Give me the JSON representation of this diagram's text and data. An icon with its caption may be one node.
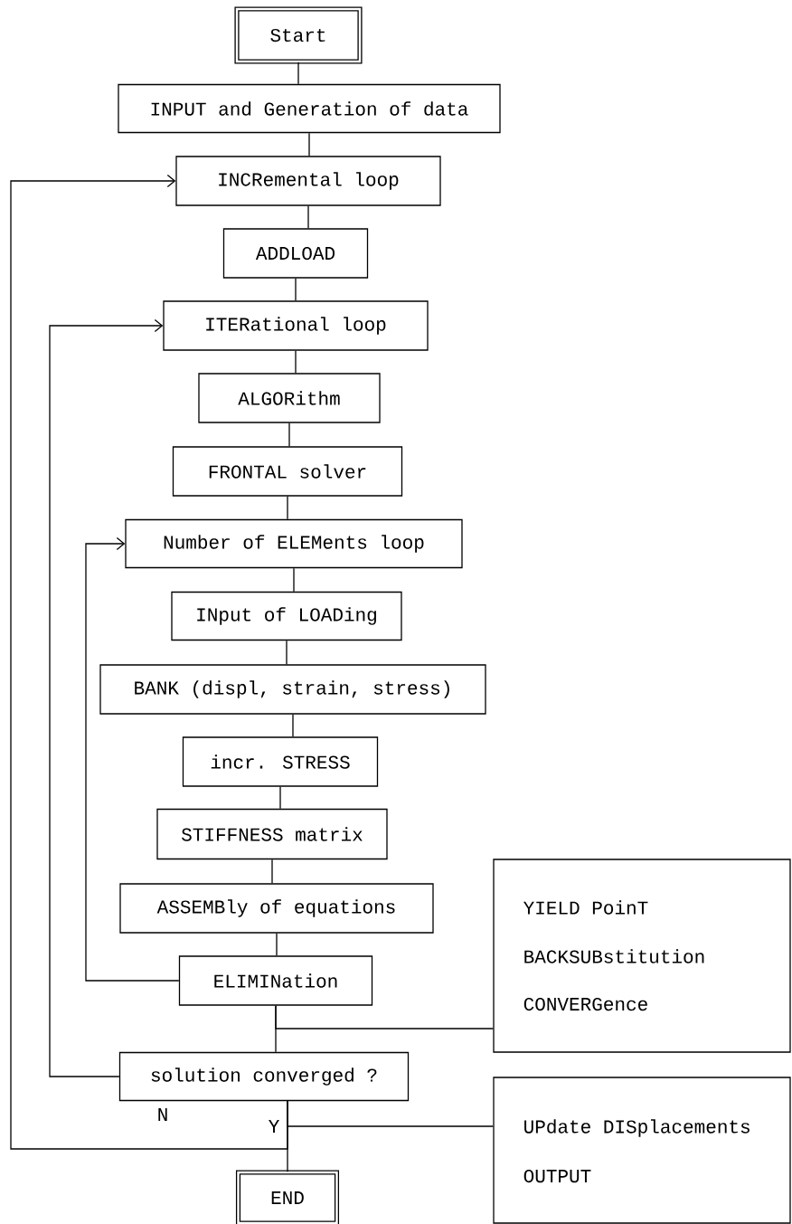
{
  "diagram": {
    "nodes": [
      {
        "text": [
          "Start"
        ]
      },
      {
        "text": [
          "INPUT and Generation of data"
        ]
      },
      {
        "text": [
          "INCRemental loop"
        ]
      },
      {
        "text": [
          "ADDLOAD"
        ]
      },
      {
        "text": [
          "ITERational loop"
        ]
      },
      {
        "text": [
          "ALGORithm"
        ]
      },
      {
        "text": [
          "FRONTAL solver"
        ]
      },
      {
        "text": [
          "Number of ELEMents loop"
        ]
      },
      {
        "text": [
          "INput of LOADing"
        ]
      },
      {
        "text": [
          "BANK (displ, strain, stress)"
        ]
      },
      {
        "text": [
          "incr. STRESS"
        ]
      },
      {
        "text": [
          "STIFFNESS matrix"
        ]
      },
      {
        "text": [
          "ASSEMBly of equations"
        ]
      },
      {
        "text": [
          "ELIMINation"
        ]
      },
      {
        "text": [
          "YIELD PoinT",
          "BACKSUBstitution",
          "CONVERGence"
        ]
      },
      {
        "text": [
          "solution converged ?"
        ]
      },
      {
        "text": [
          "UPdate DISplacements",
          "OUTPUT"
        ]
      },
      {
        "text": [
          "END"
        ]
      }
    ],
    "edges": [
      {
        "from": 0,
        "to": 1,
        "arrow": "none"
      },
      {
        "from": 1,
        "to": 2,
        "arrow": "none"
      },
      {
        "from": 2,
        "to": 3,
        "arrow": "none"
      },
      {
        "from": 3,
        "to": 4,
        "arrow": "none"
      },
      {
        "from": 4,
        "to": 5,
        "arrow": "none"
      },
      {
        "from": 5,
        "to": 6,
        "arrow": "none"
      },
      {
        "from": 6,
        "to": 7,
        "arrow": "none"
      },
      {
        "from": 7,
        "to": 8,
        "arrow": "none"
      },
      {
        "from": 8,
        "to": 9,
        "arrow": "none"
      },
      {
        "from": 9,
        "to": 10,
        "arrow": "none"
      },
      {
        "from": 10,
        "to": 11,
        "arrow": "none"
      },
      {
        "from": 11,
        "to": 12,
        "arrow": "none"
      },
      {
        "from": 12,
        "to": 13,
        "arrow": "none"
      },
      {
        "from": 13,
        "to": 7,
        "arrow": "to"
      },
      {
        "from": 13,
        "to": 14,
        "arrow": "none"
      },
      {
        "from": 13,
        "to": 15,
        "arrow": "none"
      },
      {
        "from": 15,
        "to": 4,
        "arrow": "to",
        "label": "N"
      },
      {
        "from": 15,
        "to": 2,
        "arrow": "to"
      },
      {
        "from": 15,
        "to": 16,
        "arrow": "none"
      },
      {
        "from": 15,
        "to": 17,
        "arrow": "none",
        "label": "Y"
      }
    ]
  }
}
